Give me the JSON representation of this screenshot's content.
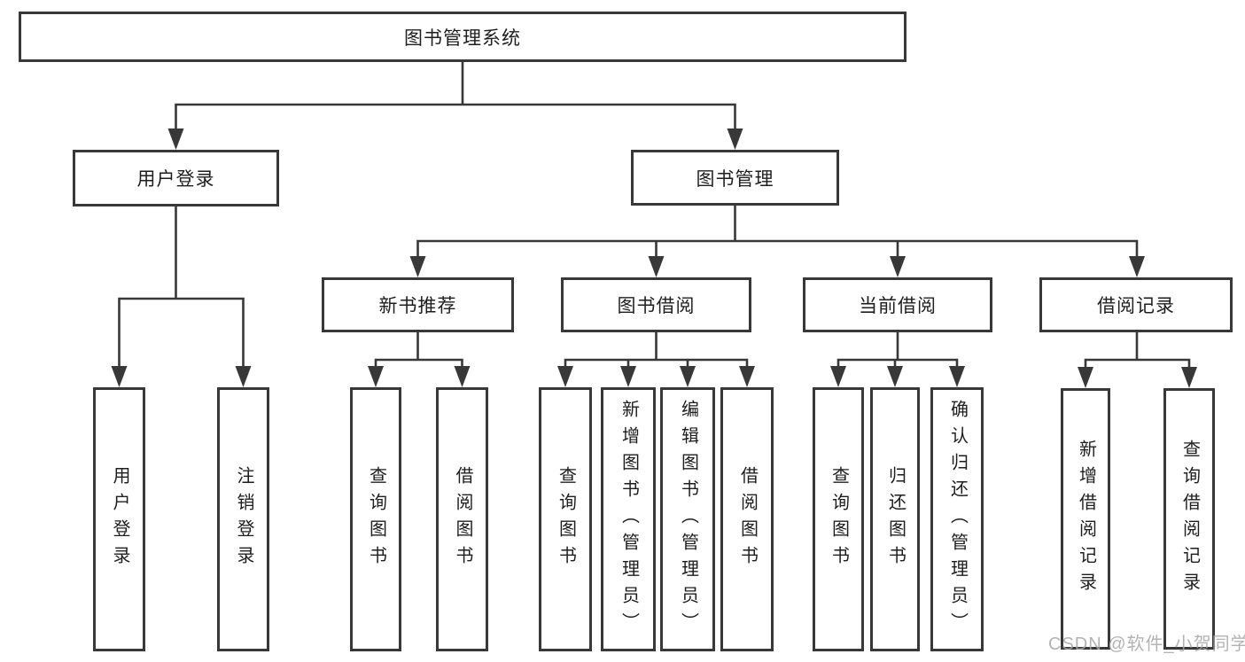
{
  "watermark": "CSDN @软件_小贺同学",
  "colors": {
    "line": "#383838",
    "box_border": "#383838",
    "box_fill": "#ffffff",
    "text": "#1e1e1e",
    "watermark": "#a6a6a6"
  },
  "tree": {
    "label": "图书管理系统",
    "children": [
      {
        "label": "用户登录",
        "children": [
          {
            "label": "用户登录"
          },
          {
            "label": "注销登录"
          }
        ]
      },
      {
        "label": "图书管理",
        "children": [
          {
            "label": "新书推荐",
            "children": [
              {
                "label": "查询图书"
              },
              {
                "label": "借阅图书"
              }
            ]
          },
          {
            "label": "图书借阅",
            "children": [
              {
                "label": "查询图书"
              },
              {
                "label": "新增图书（管理员）"
              },
              {
                "label": "编辑图书（管理员）"
              },
              {
                "label": "借阅图书"
              }
            ]
          },
          {
            "label": "当前借阅",
            "children": [
              {
                "label": "查询图书"
              },
              {
                "label": "归还图书"
              },
              {
                "label": "确认归还（管理员）"
              }
            ]
          },
          {
            "label": "借阅记录",
            "children": [
              {
                "label": "新增借阅记录"
              },
              {
                "label": "查询借阅记录"
              }
            ]
          }
        ]
      }
    ]
  }
}
